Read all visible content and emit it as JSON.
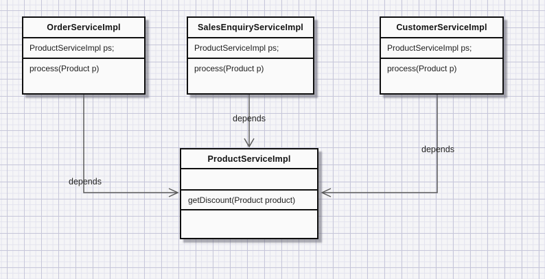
{
  "diagram": {
    "type": "uml-class-diagram",
    "classes": [
      {
        "name": "OrderServiceImpl",
        "attributes": [
          "ProductServiceImpl ps;"
        ],
        "methods": [
          "process(Product p)"
        ]
      },
      {
        "name": "SalesEnquiryServiceImpl",
        "attributes": [
          "ProductServiceImpl ps;"
        ],
        "methods": [
          "process(Product p)"
        ]
      },
      {
        "name": "CustomerServiceImpl",
        "attributes": [
          "ProductServiceImpl ps;"
        ],
        "methods": [
          "process(Product p)"
        ]
      },
      {
        "name": "ProductServiceImpl",
        "attributes": [],
        "methods": [
          "getDiscount(Product product)"
        ]
      }
    ],
    "relationships": [
      {
        "from": "OrderServiceImpl",
        "to": "ProductServiceImpl",
        "label": "depends"
      },
      {
        "from": "SalesEnquiryServiceImpl",
        "to": "ProductServiceImpl",
        "label": "depends"
      },
      {
        "from": "CustomerServiceImpl",
        "to": "ProductServiceImpl",
        "label": "depends"
      }
    ],
    "colors": {
      "background": "#f5f5f7",
      "grid_major": "#c7c7da",
      "grid_minor": "#e3e3ee",
      "box_fill": "#fafafa",
      "box_border": "#0f0f0f",
      "box_shadow": "#696976",
      "connector": "#5a5a5a",
      "text": "#1b1b1b"
    }
  }
}
